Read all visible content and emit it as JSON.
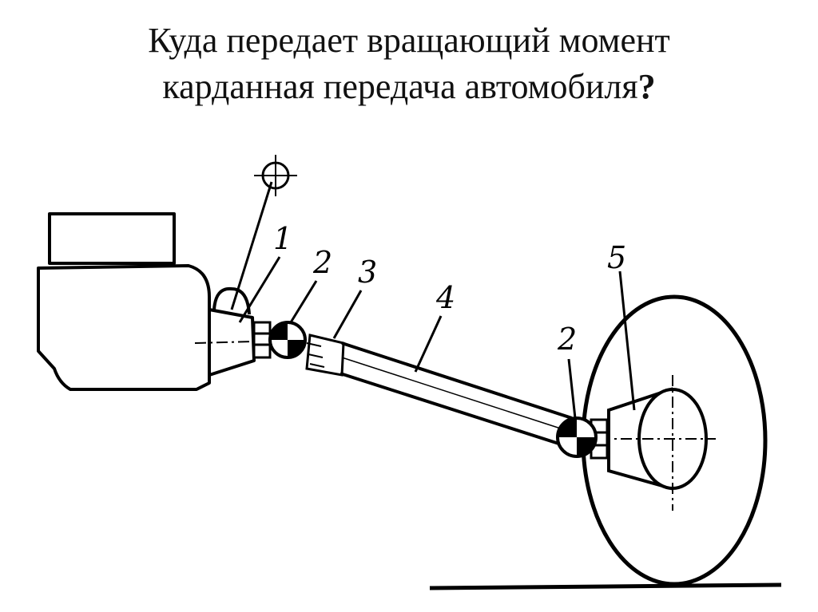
{
  "title": {
    "line1": "Куда передает вращающий момент",
    "line2": "карданная передача автомобиля",
    "question_mark": "?"
  },
  "diagram": {
    "labels": {
      "gearbox_label": "1",
      "front_joint_label": "2",
      "slip_joint_label": "3",
      "shaft_label": "4",
      "rear_joint_label": "2",
      "axle_label": "5"
    }
  }
}
